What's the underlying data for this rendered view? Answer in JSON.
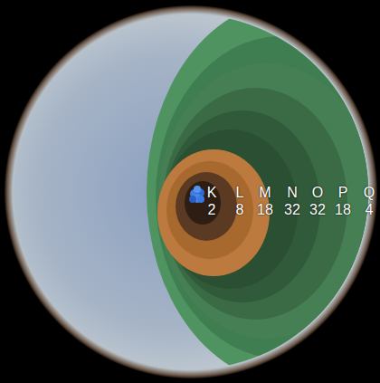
{
  "diagram": {
    "labels": [
      "K",
      "L",
      "M",
      "N",
      "O",
      "P",
      "Q",
      "2",
      "8",
      "18",
      "32",
      "32",
      "18",
      "4"
    ]
  }
}
